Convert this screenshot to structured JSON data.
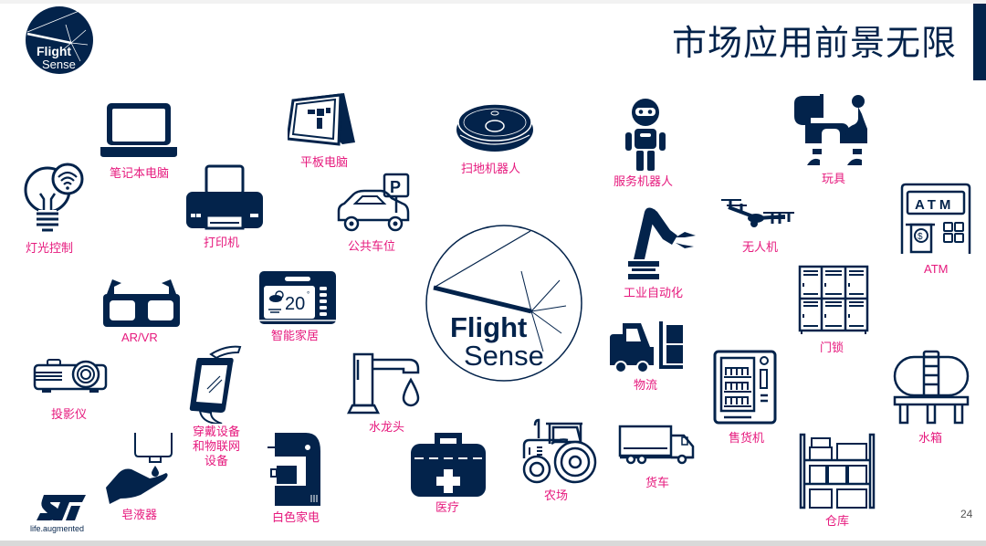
{
  "slide": {
    "title": "市场应用前景无限",
    "page_number": "24",
    "brand_tagline": "life.augmented",
    "logo_top": {
      "line1": "Flight",
      "line2": "Sense"
    },
    "logo_center": {
      "line1": "Flight",
      "line2": "Sense"
    },
    "colors": {
      "navy": "#03234b",
      "label_pink": "#e6197d"
    }
  },
  "applications": [
    {
      "label": "笔记本电脑",
      "icon": "laptop-icon"
    },
    {
      "label": "平板电脑",
      "icon": "tablet-icon"
    },
    {
      "label": "扫地机器人",
      "icon": "robot-vacuum-icon"
    },
    {
      "label": "服务机器人",
      "icon": "service-robot-icon"
    },
    {
      "label": "玩具",
      "icon": "robot-dog-icon"
    },
    {
      "label": "灯光控制",
      "icon": "smart-bulb-icon"
    },
    {
      "label": "打印机",
      "icon": "printer-icon"
    },
    {
      "label": "公共车位",
      "icon": "parking-car-icon"
    },
    {
      "label": "无人机",
      "icon": "drone-icon"
    },
    {
      "label": "ATM",
      "icon": "atm-icon"
    },
    {
      "label": "AR/VR",
      "icon": "vr-glasses-icon"
    },
    {
      "label": "智能家居",
      "icon": "thermostat-icon"
    },
    {
      "label": "工业自动化",
      "icon": "robot-arm-icon"
    },
    {
      "label": "门锁",
      "icon": "lockers-icon"
    },
    {
      "label": "投影仪",
      "icon": "projector-icon"
    },
    {
      "label": "水龙头",
      "icon": "faucet-icon"
    },
    {
      "label": "物流",
      "icon": "forklift-icon"
    },
    {
      "label": "售货机",
      "icon": "vending-machine-icon"
    },
    {
      "label": "水箱",
      "icon": "water-tank-icon"
    },
    {
      "label": "穿戴设备\n和物联网\n设备",
      "icon": "smartwatch-icon"
    },
    {
      "label": "皂液器",
      "icon": "soap-dispenser-icon"
    },
    {
      "label": "白色家电",
      "icon": "coffee-machine-icon"
    },
    {
      "label": "医疗",
      "icon": "medical-kit-icon"
    },
    {
      "label": "农场",
      "icon": "tractor-icon"
    },
    {
      "label": "货车",
      "icon": "truck-icon"
    },
    {
      "label": "仓库",
      "icon": "warehouse-shelf-icon"
    }
  ]
}
